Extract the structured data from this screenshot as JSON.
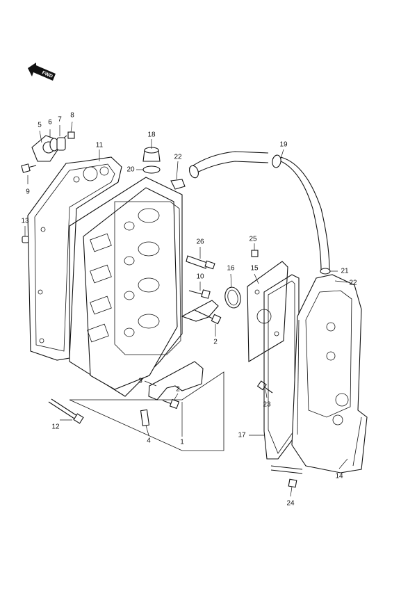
{
  "direction_badge": "FWD",
  "part_labels": {
    "p1": "1",
    "p2a": "2",
    "p2b": "2",
    "p3": "3",
    "p4": "4",
    "p5": "5",
    "p6": "6",
    "p7": "7",
    "p8": "8",
    "p9": "9",
    "p10": "10",
    "p11": "11",
    "p12": "12",
    "p13": "13",
    "p14": "14",
    "p15": "15",
    "p16": "16",
    "p17": "17",
    "p18": "18",
    "p19": "19",
    "p20": "20",
    "p21": "21",
    "p22a": "22",
    "p22b": "22",
    "p23": "23",
    "p24": "24",
    "p25": "25",
    "p26": "26"
  }
}
